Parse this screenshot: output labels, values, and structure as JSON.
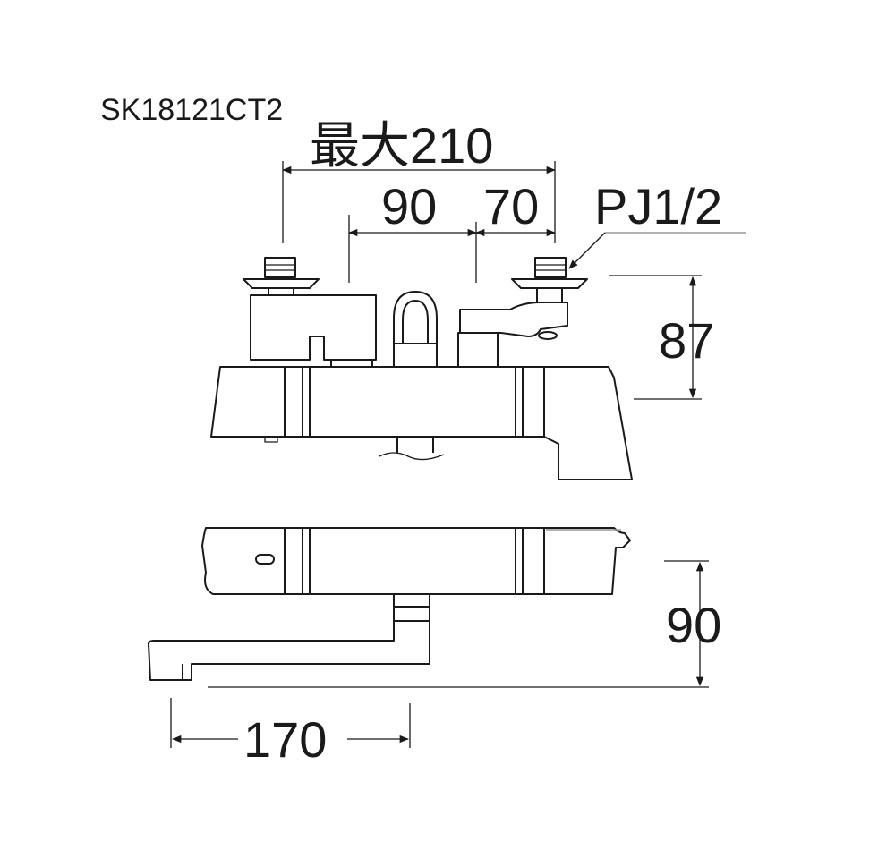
{
  "model": "SK18121CT2",
  "dimensions": {
    "max_width": "最大210",
    "left_span": "90",
    "right_span": "70",
    "thread": "PJ1/2",
    "height": "87",
    "depth": "90",
    "spout": "170"
  }
}
